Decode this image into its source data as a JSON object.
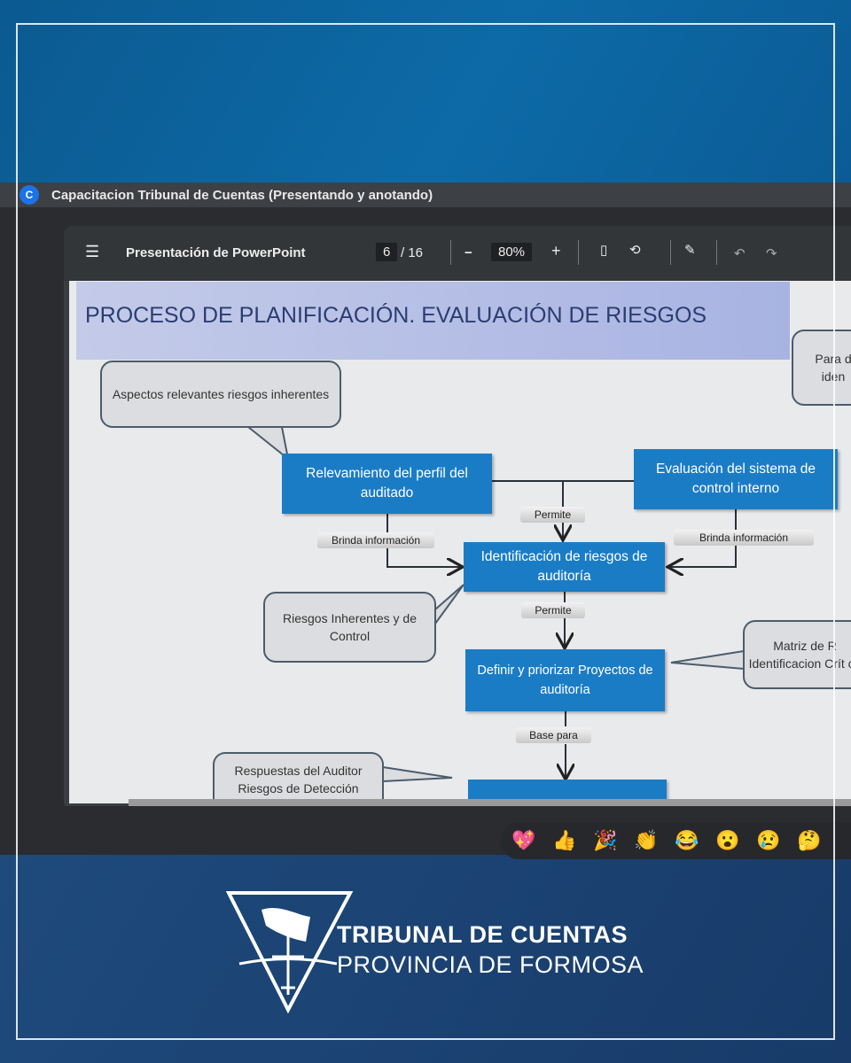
{
  "window": {
    "avatar_letter": "C",
    "title": "Capacitacion Tribunal de Cuentas (Presentando y anotando)"
  },
  "viewer": {
    "menu_icon": "hamburger-icon",
    "doc_title": "Presentación de PowerPoint",
    "page_current": "6",
    "page_total": "/ 16",
    "zoom_out": "−",
    "zoom": "80%",
    "zoom_in": "+"
  },
  "slide": {
    "title": "PROCESO DE PLANIFICACIÓN. EVALUACIÓN DE RIESGOS",
    "boxes": {
      "relevamiento": "Relevamiento del perfil del auditado",
      "evaluacion": "Evaluación del sistema de control interno",
      "identificacion": "Identificación de riesgos de auditoría",
      "definir": "Definir y priorizar Proyectos de auditoría"
    },
    "labels": {
      "permite1": "Permite",
      "brinda_left": "Brinda información",
      "brinda_right": "Brinda información",
      "permite2": "Permite",
      "base_para": "Base para"
    },
    "callouts": {
      "aspectos": "Aspectos relevantes riesgos inherentes",
      "riesgos": "Riesgos Inherentes y de Control",
      "para": "Para d iden",
      "matriz": "Matriz de R Identificacion Crít ca",
      "respuestas": "Respuestas del Auditor",
      "respuestas_cut": "Riesgos de Detección"
    }
  },
  "reactions": [
    "💖",
    "👍",
    "🎉",
    "👏",
    "😂",
    "😮",
    "😢",
    "🤔"
  ],
  "brand": {
    "line1": "TRIBUNAL DE CUENTAS",
    "line2": "PROVINCIA DE FORMOSA"
  }
}
